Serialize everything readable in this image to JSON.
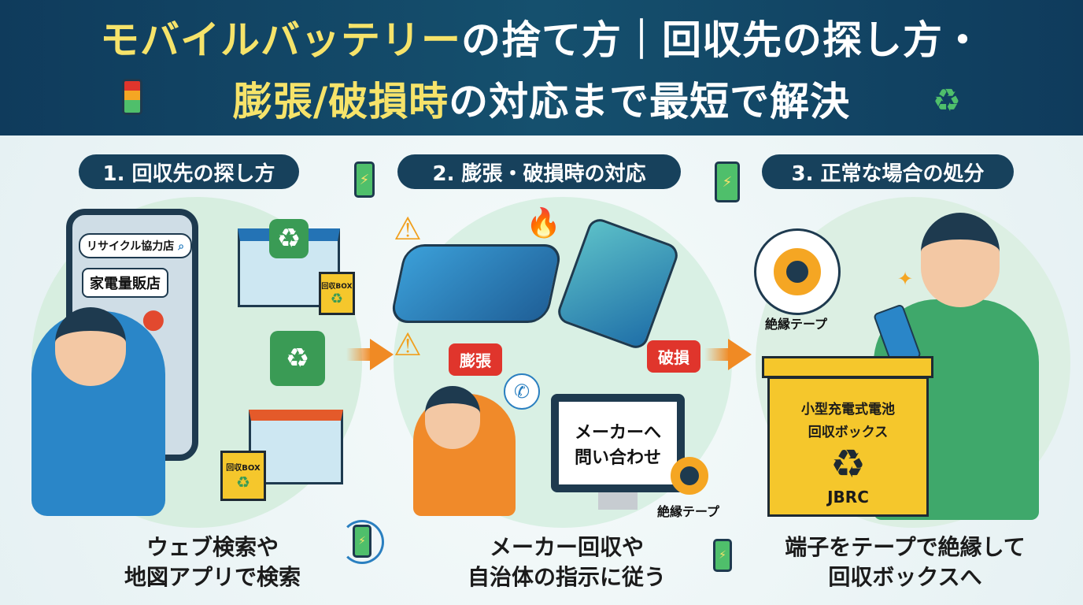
{
  "header": {
    "title_line1_highlight": "モバイルバッテリー",
    "title_line1_rest": "の捨て方｜回収先の探し方・",
    "title_line2_highlight": "膨張/破損時",
    "title_line2_rest": "の対応まで最短で解決"
  },
  "sections": [
    {
      "heading": "1. 回収先の探し方",
      "search_text": "リサイクル協力店",
      "bubble_text": "家電量販店",
      "box_label": "回収BOX",
      "caption_line1": "ウェブ検索や",
      "caption_line2": "地図アプリで検索"
    },
    {
      "heading": "2. 膨張・破損時の対応",
      "swelling_label": "膨張",
      "damage_label": "破損",
      "monitor_text_line1": "メーカーへ",
      "monitor_text_line2": "問い合わせ",
      "tape_label": "絶縁テープ",
      "caption_line1": "メーカー回収や",
      "caption_line2": "自治体の指示に従う"
    },
    {
      "heading": "3. 正常な場合の処分",
      "tape_label": "絶縁テープ",
      "box_line1": "小型充電式電池",
      "box_line2": "回収ボックス",
      "box_brand": "JBRC",
      "caption_line1": "端子をテープで絶縁して",
      "caption_line2": "回収ボックスへ"
    }
  ],
  "colors": {
    "navy": "#17415c",
    "yellow": "#f6e36a",
    "green": "#3a9b55",
    "alert": "#e0352c",
    "arrow": "#f08a24"
  }
}
